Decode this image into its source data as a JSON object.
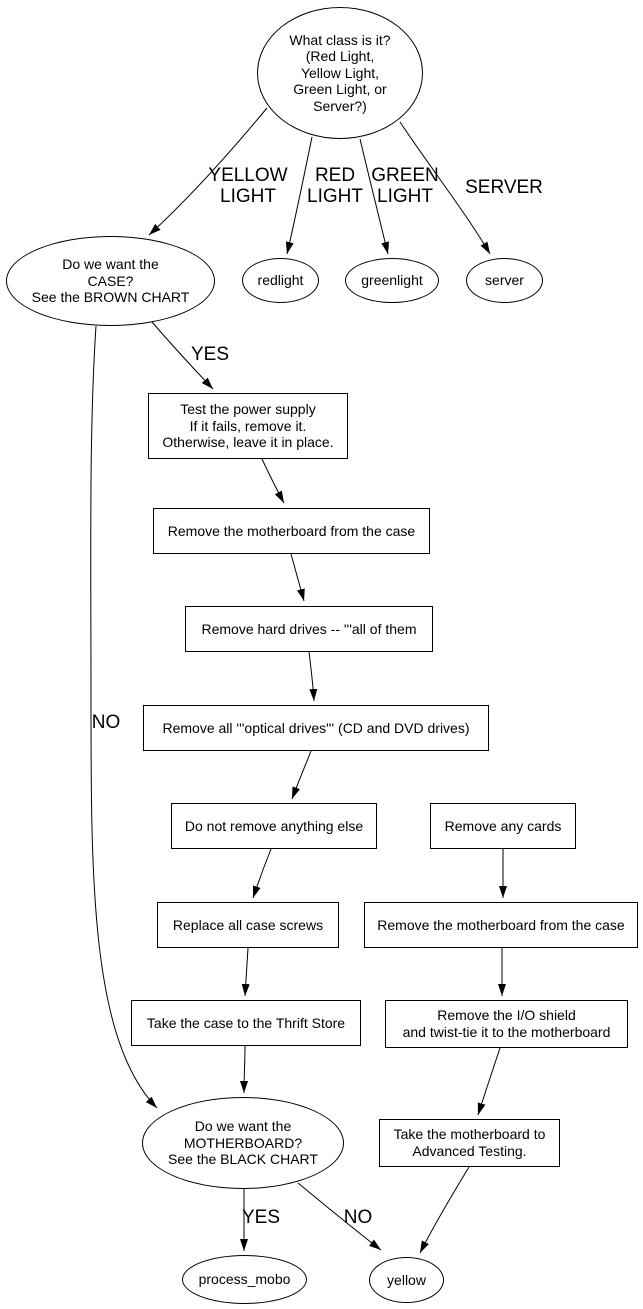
{
  "diagram": {
    "background_color": "#ffffff",
    "stroke_color": "#000000",
    "text_color": "#000000"
  },
  "nodes": {
    "class_question": {
      "shape": "ellipse",
      "label": "What class is it?\n(Red Light,\nYellow Light,\nGreen Light, or\nServer?)"
    },
    "case_question": {
      "shape": "ellipse",
      "label": "Do we want the\nCASE?\nSee the BROWN CHART"
    },
    "redlight": {
      "shape": "ellipse",
      "label": "redlight"
    },
    "greenlight": {
      "shape": "ellipse",
      "label": "greenlight"
    },
    "server": {
      "shape": "ellipse",
      "label": "server"
    },
    "test_power_supply": {
      "shape": "box",
      "label": "Test the power supply\nIf it fails, remove it.\nOtherwise, leave it in place."
    },
    "remove_motherboard_1": {
      "shape": "box",
      "label": "Remove the motherboard from the case"
    },
    "remove_hard_drives": {
      "shape": "box",
      "label": "Remove hard drives -- '''all of them"
    },
    "remove_optical_drives": {
      "shape": "box",
      "label": "Remove all '''optical drives''' (CD and DVD drives)"
    },
    "do_not_remove": {
      "shape": "box",
      "label": "Do not remove anything else"
    },
    "remove_any_cards": {
      "shape": "box",
      "label": "Remove any cards"
    },
    "replace_case_screws": {
      "shape": "box",
      "label": "Replace all case screws"
    },
    "remove_motherboard_2": {
      "shape": "box",
      "label": "Remove the motherboard from the case"
    },
    "thrift_store": {
      "shape": "box",
      "label": "Take the case to the Thrift Store"
    },
    "io_shield": {
      "shape": "box",
      "label": "Remove the I/O shield\nand twist-tie it to the motherboard"
    },
    "motherboard_question": {
      "shape": "ellipse",
      "label": "Do we want the\nMOTHERBOARD?\nSee the BLACK CHART"
    },
    "advanced_testing": {
      "shape": "box",
      "label": "Take the motherboard to\nAdvanced Testing."
    },
    "process_mobo": {
      "shape": "ellipse",
      "label": "process_mobo"
    },
    "yellow": {
      "shape": "ellipse",
      "label": "yellow"
    }
  },
  "edge_labels": {
    "yellow_light": "YELLOW\nLIGHT",
    "red_light": "RED\nLIGHT",
    "green_light": "GREEN\nLIGHT",
    "server": "SERVER",
    "case_yes": "YES",
    "case_no": "NO",
    "mobo_yes": "YES",
    "mobo_no": "NO"
  }
}
